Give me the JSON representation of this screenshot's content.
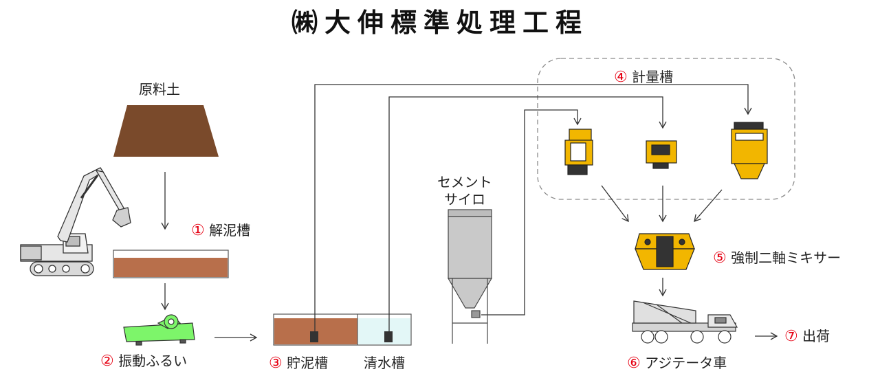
{
  "title": "㈱大伸標準処理工程",
  "labels": {
    "raw_soil": "原料土",
    "step1_num": "①",
    "step1_name": "解泥槽",
    "step2_num": "②",
    "step2_name": "振動ふるい",
    "step3_num": "③",
    "step3_name": "貯泥槽",
    "clear_water": "清水槽",
    "cement_silo_line1": "セメント",
    "cement_silo_line2": "サイロ",
    "step4_num": "④",
    "step4_name": "計量槽",
    "step5_num": "⑤",
    "step5_name": "強制二軸ミキサー",
    "step6_num": "⑥",
    "step6_name": "アジテータ車",
    "step7_num": "⑦",
    "step7_name": "出荷"
  },
  "colors": {
    "accent_number": "#e60012",
    "soil_brown": "#7a4a2b",
    "mud_brown": "#b86f4b",
    "water_cyan": "#e3f7f7",
    "sieve_green": "#7df56a",
    "equipment_yellow": "#f2b600",
    "silo_gray": "#c9c9c9"
  }
}
